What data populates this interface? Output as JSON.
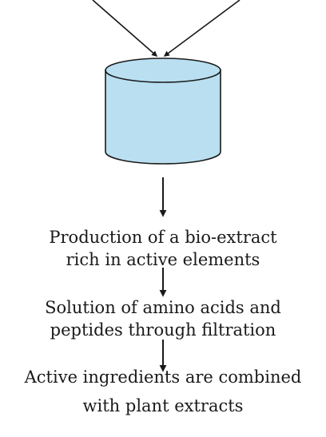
{
  "diagram": {
    "steps": [
      {
        "line1": "Production of a bio-extract",
        "line2": "rich in active elements"
      },
      {
        "line1": "Solution of amino acids and",
        "line2": "peptides through filtration"
      },
      {
        "line1": "Active ingredients are combined",
        "line2": "with plant extracts"
      }
    ],
    "colors": {
      "vessel_fill": "#b9dff1",
      "vessel_stroke": "#1a1a1a",
      "arrow": "#1a1a1a",
      "text": "#1a1a1a"
    }
  }
}
